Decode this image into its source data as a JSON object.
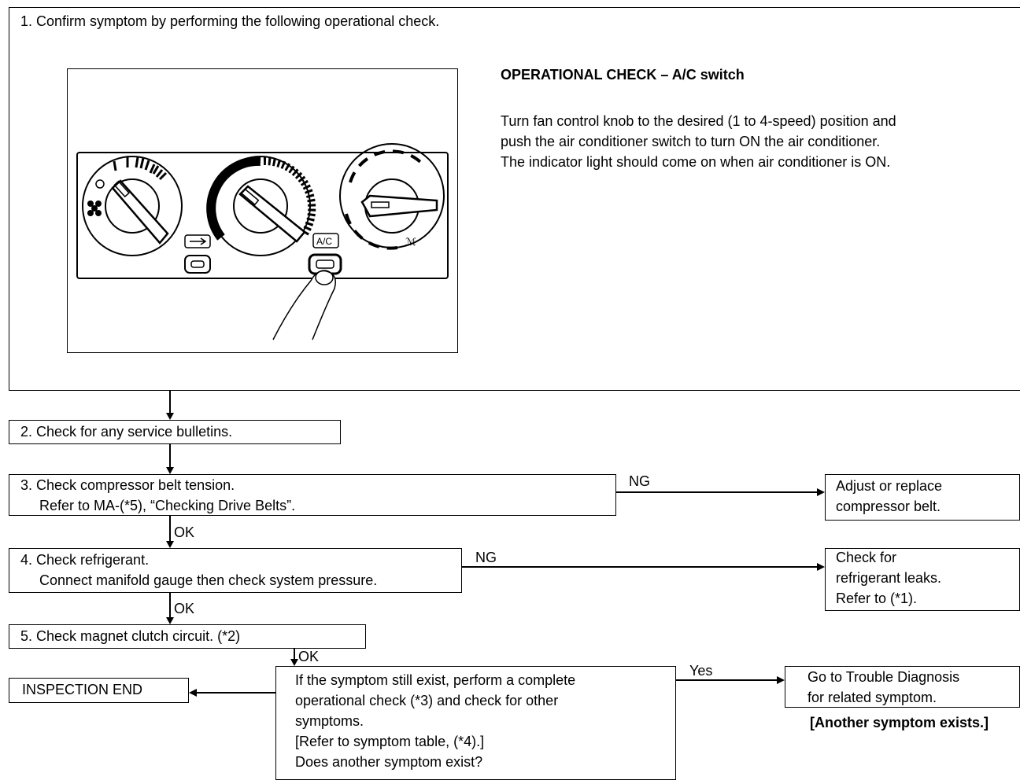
{
  "step1": {
    "label": "1. Confirm symptom by performing the following operational check.",
    "op_title": "OPERATIONAL CHECK – A/C switch",
    "op_lines": [
      "Turn fan control knob to the desired (1 to 4-speed) position and",
      "push the air conditioner switch to turn ON the air conditioner.",
      "The indicator light should come on when air conditioner is ON."
    ],
    "illustration": {
      "ac_button_label": "A/C"
    }
  },
  "step2": {
    "label": "2. Check for any service bulletins."
  },
  "step3": {
    "lines": [
      "3. Check compressor belt tension.",
      "   Refer to MA-(*5), “Checking Drive Belts”."
    ],
    "ng_label": "NG",
    "ng_result": [
      "Adjust or replace",
      "compressor belt."
    ],
    "ok_label": "OK"
  },
  "step4": {
    "lines": [
      "4. Check refrigerant.",
      "   Connect manifold gauge then check system pressure."
    ],
    "ng_label": "NG",
    "ng_result": [
      "Check for",
      "refrigerant leaks.",
      "Refer to (*1)."
    ],
    "ok_label": "OK"
  },
  "step5": {
    "label": "5. Check magnet clutch circuit. (*2)",
    "ok_label": "OK"
  },
  "final": {
    "end_label": "INSPECTION END",
    "question_lines": [
      "If the symptom still exist, perform a complete",
      "operational check (*3) and check for other",
      "symptoms.",
      "[Refer to symptom table, (*4).]",
      "Does another symptom exist?"
    ],
    "yes_label": "Yes",
    "yes_result": [
      "Go to Trouble Diagnosis",
      "for related symptom."
    ],
    "note": "[Another symptom exists.]"
  }
}
